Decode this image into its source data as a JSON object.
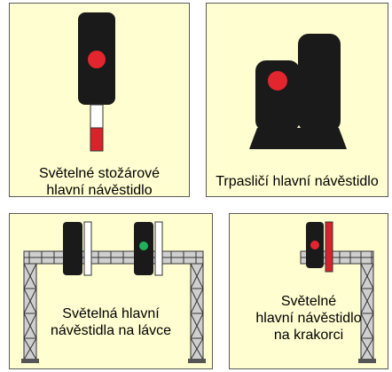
{
  "colors": {
    "panel_bg": "#fffed0",
    "signal_body": "#1a1a1a",
    "lamp_red": "#e3262d",
    "lamp_green": "#1fb25a",
    "stripe_red": "#d9232a",
    "gantry": "#cfcfcf",
    "gantry_line": "#333333"
  },
  "panels": [
    {
      "id": "mast",
      "caption_lines": [
        "Světelné stožárové",
        "hlavní návěstidlo"
      ],
      "lamps": [
        "red"
      ]
    },
    {
      "id": "dwarf",
      "caption_lines": [
        "Trpasličí hlavní návěstidlo"
      ],
      "lamps": [
        "red"
      ]
    },
    {
      "id": "gantry",
      "caption_lines": [
        "Světelná hlavní",
        "návěstidla na lávce"
      ],
      "lamps": [
        "none",
        "green"
      ]
    },
    {
      "id": "cantilever",
      "caption_lines": [
        "Světelné",
        "hlavní návěstidlo",
        "na krakorci"
      ],
      "lamps": [
        "red"
      ]
    }
  ]
}
